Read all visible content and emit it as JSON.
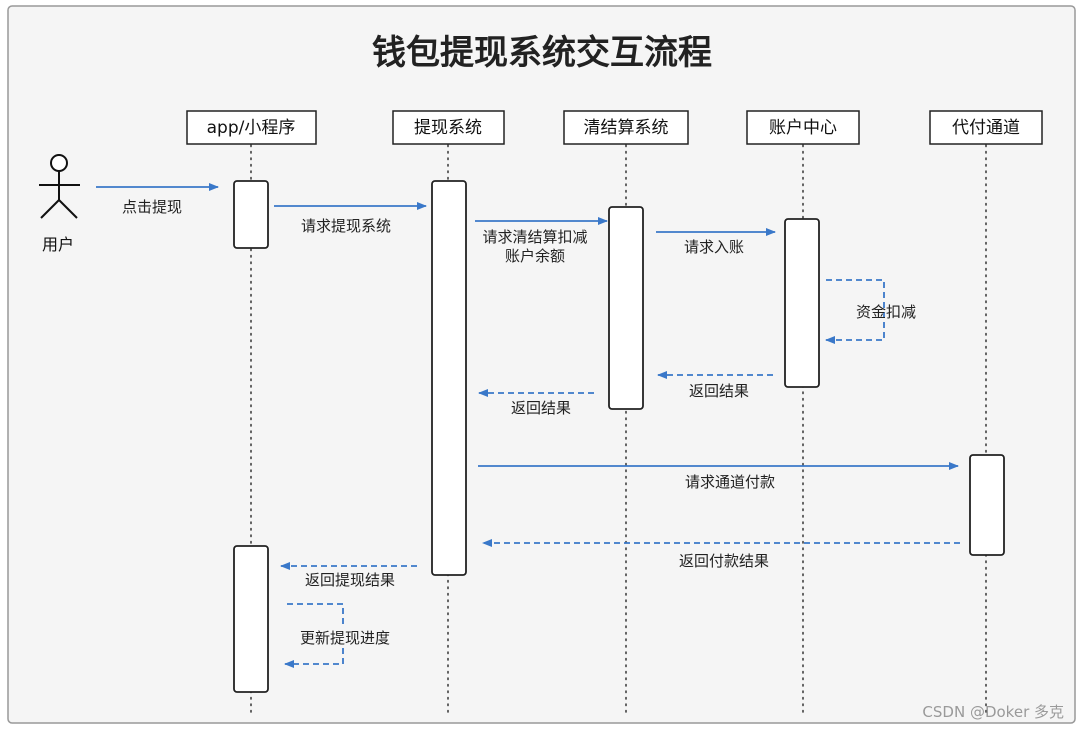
{
  "title": "钱包提现系统交互流程",
  "actor": {
    "label": "用户",
    "icon": "stick-figure-icon"
  },
  "participants": [
    {
      "id": "app",
      "label": "app/小程序"
    },
    {
      "id": "withdraw",
      "label": "提现系统"
    },
    {
      "id": "clearing",
      "label": "清结算系统"
    },
    {
      "id": "account",
      "label": "账户中心"
    },
    {
      "id": "payment",
      "label": "代付通道"
    }
  ],
  "messages": [
    {
      "id": "click-withdraw",
      "label": "点击提现",
      "style": "solid"
    },
    {
      "id": "request-withdraw",
      "label": "请求提现系统",
      "style": "solid"
    },
    {
      "id": "request-deduct",
      "label_line1": "请求清结算扣减",
      "label_line2": "账户余额",
      "style": "solid"
    },
    {
      "id": "request-post",
      "label": "请求入账",
      "style": "solid"
    },
    {
      "id": "fund-deduct",
      "label": "资金扣减",
      "style": "dashed"
    },
    {
      "id": "return-from-account",
      "label": "返回结果",
      "style": "dashed"
    },
    {
      "id": "return-from-clearing",
      "label": "返回结果",
      "style": "dashed"
    },
    {
      "id": "request-channel-pay",
      "label": "请求通道付款",
      "style": "solid"
    },
    {
      "id": "return-pay-result",
      "label": "返回付款结果",
      "style": "dashed"
    },
    {
      "id": "return-withdraw-result",
      "label": "返回提现结果",
      "style": "dashed"
    },
    {
      "id": "update-progress",
      "label": "更新提现进度",
      "style": "dashed"
    }
  ],
  "watermark": "CSDN @Doker 多克",
  "colors": {
    "arrow": "#3a78c9",
    "border": "#222222",
    "frame": "#999999",
    "background": "#f5f5f5"
  }
}
